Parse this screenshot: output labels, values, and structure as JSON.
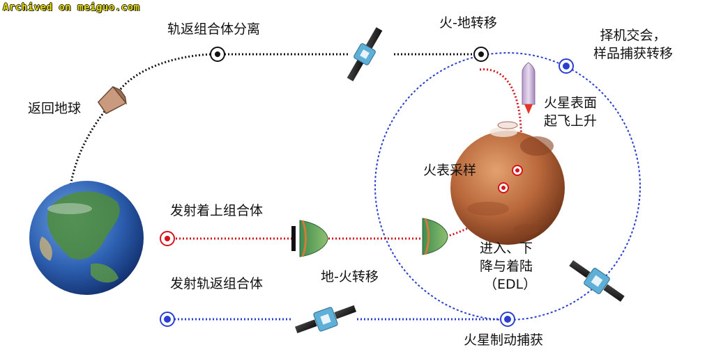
{
  "watermark": "Archived on meiguo.com",
  "labels": {
    "separation": "轨返组合体分离",
    "mars_earth_transfer": "火-地转移",
    "rendezvous_line1": "择机交会，",
    "rendezvous_line2": "样品捕获转移",
    "return_earth": "返回地球",
    "ascent_line1": "火星表面",
    "ascent_line2": "起飞上升",
    "surface_sampling": "火表采样",
    "launch_lander": "发射着上组合体",
    "edl_line1": "进入、下",
    "edl_line2": "降与着陆",
    "edl_line3": "（EDL）",
    "launch_orbiter": "发射轨返组合体",
    "earth_mars_transfer": "地-火转移",
    "capture": "火星制动捕获"
  },
  "colors": {
    "blue_path": "#2a3fd1",
    "red_path": "#d4141a",
    "black_path": "#111111",
    "mars": "#b96536",
    "earth": "#2b63b8"
  }
}
